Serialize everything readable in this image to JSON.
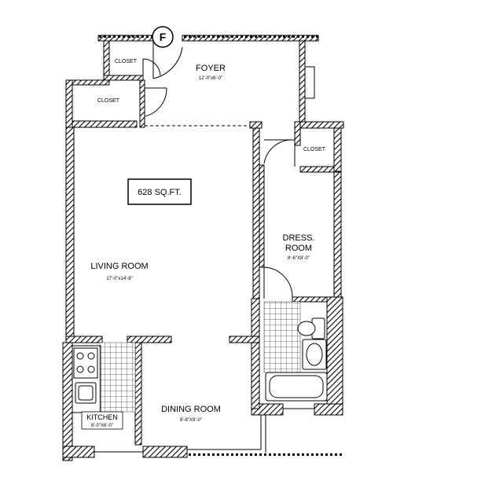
{
  "plan": {
    "marker": "F",
    "area": "628 SQ.FT.",
    "rooms": {
      "foyer": {
        "name": "FOYER",
        "dims": "12'-0\"x6'-0\""
      },
      "closet_a": {
        "name": "CLOSET"
      },
      "closet_b": {
        "name": "CLOSET"
      },
      "closet_c": {
        "name": "CLOSET"
      },
      "living": {
        "name": "LIVING ROOM",
        "dims": "17'-0\"x14'-8\""
      },
      "dress": {
        "name_line1": "DRESS.",
        "name_line2": "ROOM",
        "dims": "8'-6\"X8'-0\""
      },
      "kitchen": {
        "name": "KITCHEN",
        "dims": "8'-0\"X6'-0\""
      },
      "dining": {
        "name": "DINING ROOM",
        "dims": "8'-8\"X9'-0\""
      }
    },
    "colors": {
      "wall": "#000000",
      "hatch": "#000000",
      "tile": "#555555"
    }
  }
}
